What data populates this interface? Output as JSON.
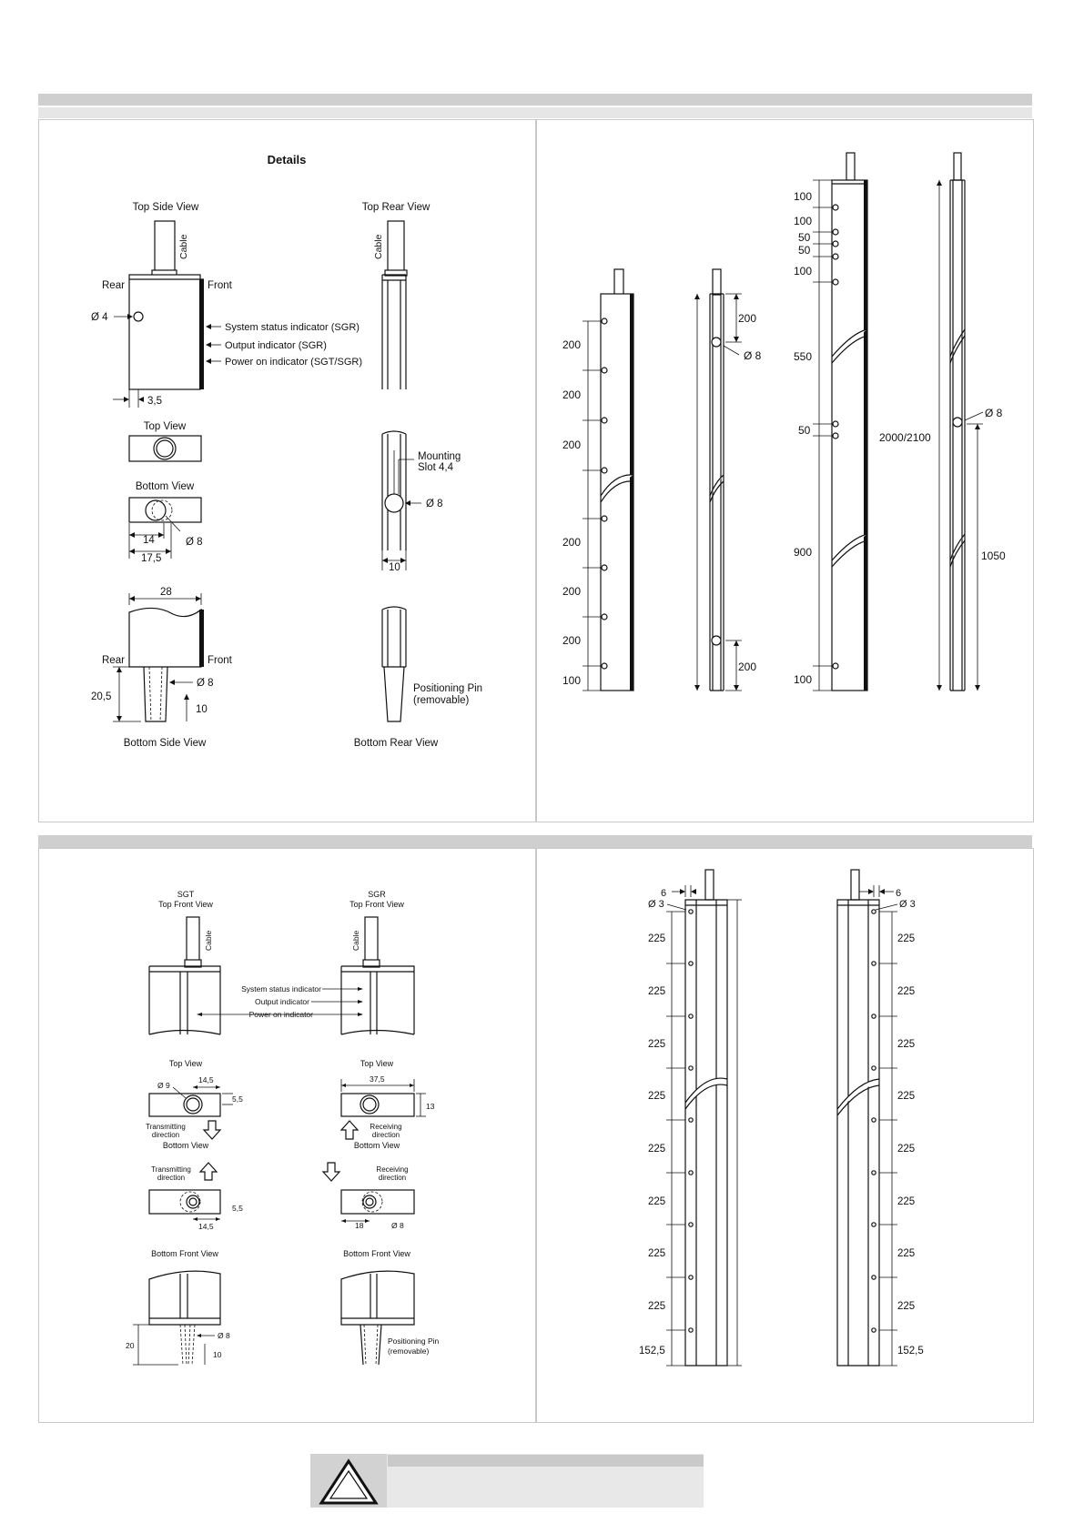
{
  "section1": {
    "left_panel": {
      "heading": "Details",
      "views": {
        "top_side": "Top Side View",
        "top_rear": "Top Rear View",
        "top": "Top View",
        "bottom": "Bottom View",
        "bottom_side": "Bottom Side View",
        "bottom_rear": "Bottom Rear View"
      },
      "labels": {
        "cable": "Cable",
        "rear": "Rear",
        "front": "Front",
        "diameter_4": "Ø 4",
        "system_status": "System status indicator (SGR)",
        "output_indicator": "Output indicator (SGR)",
        "power_on": "Power on indicator (SGT/SGR)",
        "dim_3_5": "3,5",
        "dim_14": "14",
        "dim_17_5": "17,5",
        "diameter_8": "Ø 8",
        "mounting_slot_1": "Mounting",
        "mounting_slot_2": "Slot 4,4",
        "dim_10": "10",
        "dim_28": "28",
        "dim_20_5": "20,5",
        "positioning_pin_1": "Positioning Pin",
        "positioning_pin_2": "(removable)"
      }
    },
    "right_panel": {
      "pitch_200": "200",
      "last_100": "100",
      "diameter_8": "Ø 8",
      "slot_200": "200",
      "d100": "100",
      "d50": "50",
      "d550": "550",
      "d900": "900",
      "overall": "2000/2100",
      "d1050": "1050"
    }
  },
  "section2": {
    "left_panel": {
      "sgt_title_1": "SGT",
      "sgt_title_2": "Top Front View",
      "sgr_title_1": "SGR",
      "sgr_title_2": "Top Front View",
      "cable": "Cable",
      "system_status": "System status indicator",
      "output_indicator": "Output indicator",
      "power_on": "Power on indicator",
      "top_view": "Top View",
      "bottom_view": "Bottom View",
      "diameter_9": "Ø 9",
      "dim_14_5": "14,5",
      "dim_5_5": "5,5",
      "dim_37_5": "37,5",
      "dim_13": "13",
      "transmitting_1": "Transmitting",
      "transmitting_2": "direction",
      "receiving_1": "Receiving",
      "receiving_2": "direction",
      "dim_18": "18",
      "diameter_8": "Ø 8",
      "bottom_front_view": "Bottom Front View",
      "dim_20": "20",
      "dim_10": "10",
      "positioning_pin_1": "Positioning Pin",
      "positioning_pin_2": "(removable)"
    },
    "right_panel": {
      "dim_6": "6",
      "diameter_3": "Ø 3",
      "pitch_225": "225",
      "last_152_5": "152,5"
    }
  }
}
